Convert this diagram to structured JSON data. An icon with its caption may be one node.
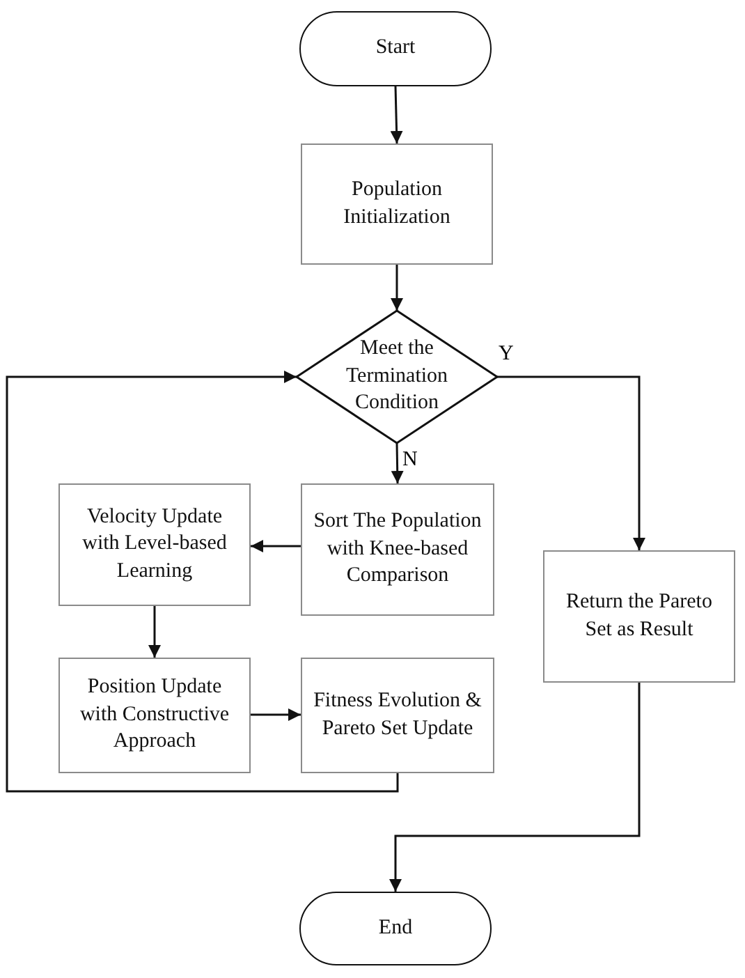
{
  "diagram": {
    "nodes": [
      {
        "text": [
          "Start"
        ]
      },
      {
        "text": [
          "Population Initialization"
        ]
      },
      {
        "text": [
          "Meet the Termination Condition"
        ]
      },
      {
        "text": [
          "Sort The Population with Knee-based Comparison"
        ]
      },
      {
        "text": [
          "Velocity Update with Level-based Learning"
        ]
      },
      {
        "text": [
          "Return the Pareto Set as Result"
        ]
      },
      {
        "text": [
          "Position Update with Constructive Approach"
        ]
      },
      {
        "text": [
          "Fitness Evolution & Pareto Set Update"
        ]
      },
      {
        "text": [
          "End"
        ]
      }
    ],
    "edges": [
      {
        "from": 0,
        "to": 1,
        "arrow": "to"
      },
      {
        "from": 1,
        "to": 2,
        "arrow": "to"
      },
      {
        "from": 2,
        "to": 5,
        "arrow": "to",
        "label": "Y"
      },
      {
        "from": 2,
        "to": 3,
        "arrow": "to",
        "label": "N"
      },
      {
        "from": 3,
        "to": 4,
        "arrow": "to"
      },
      {
        "from": 4,
        "to": 6,
        "arrow": "to"
      },
      {
        "from": 6,
        "to": 7,
        "arrow": "to"
      },
      {
        "from": 7,
        "to": 2,
        "arrow": "to"
      },
      {
        "from": 5,
        "to": 8,
        "arrow": "to"
      }
    ]
  }
}
